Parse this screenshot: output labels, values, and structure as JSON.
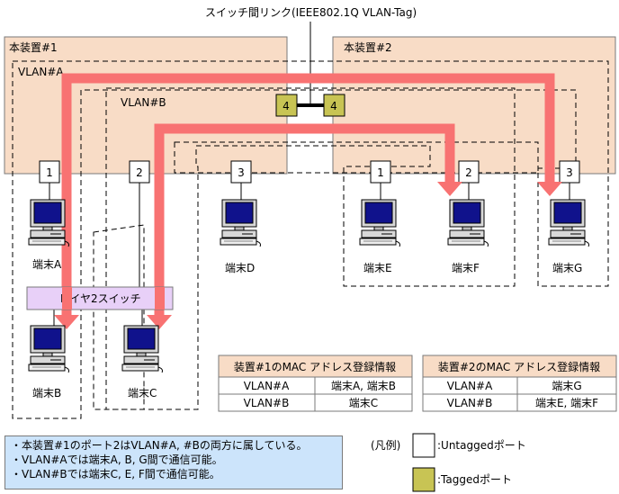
{
  "link_label": "スイッチ間リンク(IEEE802.1Q VLAN-Tag)",
  "devices": [
    {
      "title": "本装置#1"
    },
    {
      "title": "本装置#2"
    }
  ],
  "vlans": {
    "a": "VLAN#A",
    "b": "VLAN#B"
  },
  "ports": {
    "dev1": [
      "1",
      "2",
      "3"
    ],
    "dev2": [
      "1",
      "2",
      "3"
    ],
    "tagged_dev1": "4",
    "tagged_dev2": "4"
  },
  "terminals": {
    "a": "端末A",
    "b": "端末B",
    "c": "端末C",
    "d": "端末D",
    "e": "端末E",
    "f": "端末F",
    "g": "端末G"
  },
  "l2switch": "レイヤ2スイッチ",
  "mac_tables": [
    {
      "title": "装置#1のMAC アドレス登録情報",
      "rows": [
        [
          "VLAN#A",
          "端末A, 端末B"
        ],
        [
          "VLAN#B",
          "端末C"
        ]
      ]
    },
    {
      "title": "装置#2のMAC アドレス登録情報",
      "rows": [
        [
          "VLAN#A",
          "端末G"
        ],
        [
          "VLAN#B",
          "端末E, 端末F"
        ]
      ]
    }
  ],
  "notes": [
    "・本装置#1のポート2はVLAN#A, #Bの両方に属している。",
    "・VLAN#Aでは端末A, B, G間で通信可能。",
    "・VLAN#Bでは端末C, E, F間で通信可能。"
  ],
  "legend": {
    "title": "(凡例)",
    "untagged": ":Untaggedポート",
    "tagged": ":Taggedポート"
  },
  "colors": {
    "device_fill": "#f8dcc6",
    "vlan_arrow": "#f87272",
    "tagged_port": "#c8c454",
    "l2switch_fill": "#e8d0f8",
    "note_fill": "#cce4fb",
    "table_header": "#f8dcc6"
  }
}
